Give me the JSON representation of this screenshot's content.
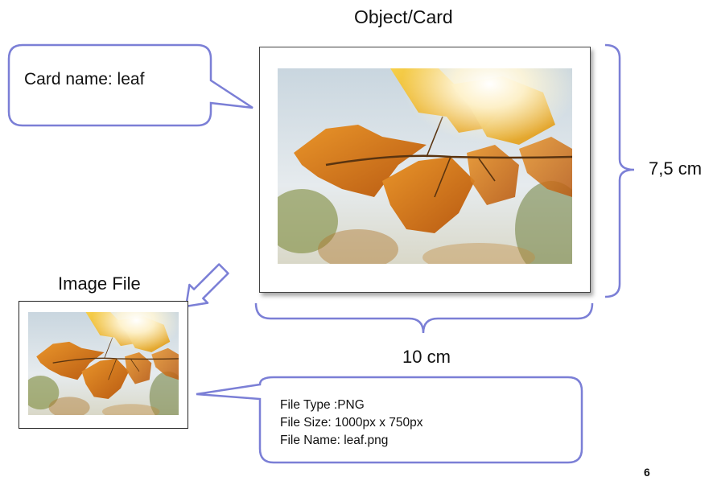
{
  "diagram": {
    "title": "Object/Card",
    "card_callout": "Card name: leaf",
    "image_file_label": "Image File",
    "height_label": "7,5 cm",
    "width_label": "10 cm",
    "file_info": {
      "type_line": "File Type :PNG",
      "size_line": "File Size: 1000px x 750px",
      "name_line": "File Name: leaf.png"
    },
    "page_number": "6"
  },
  "colors": {
    "accent": "#7b7fd6",
    "leaf_orange": "#d9781b",
    "leaf_yellow": "#f0b52a"
  }
}
